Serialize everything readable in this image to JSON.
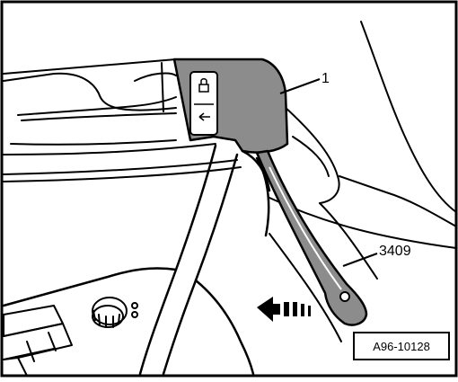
{
  "figure": {
    "callouts": {
      "part_number": "1",
      "tool_number": "3409"
    },
    "figure_id": "A96-10128",
    "colors": {
      "line": "#000000",
      "shade": "#8c8c8c",
      "background": "#ffffff"
    }
  }
}
